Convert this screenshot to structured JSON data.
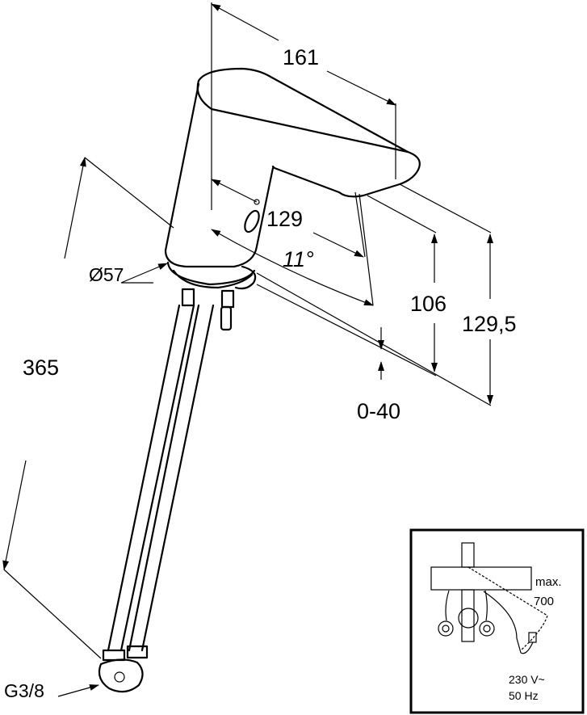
{
  "drawing": {
    "dimensions": {
      "spout_length": "161",
      "spout_reach": "129",
      "angle": "11°",
      "outlet_height": "106",
      "total_height": "129,5",
      "deck_thickness": "0-40",
      "base_diameter": "Ø57",
      "hose_length": "365",
      "connection_thread": "G3/8"
    },
    "inset": {
      "max_label": "max.",
      "max_value": "700",
      "voltage": "230 V~",
      "frequency": "50 Hz"
    }
  }
}
